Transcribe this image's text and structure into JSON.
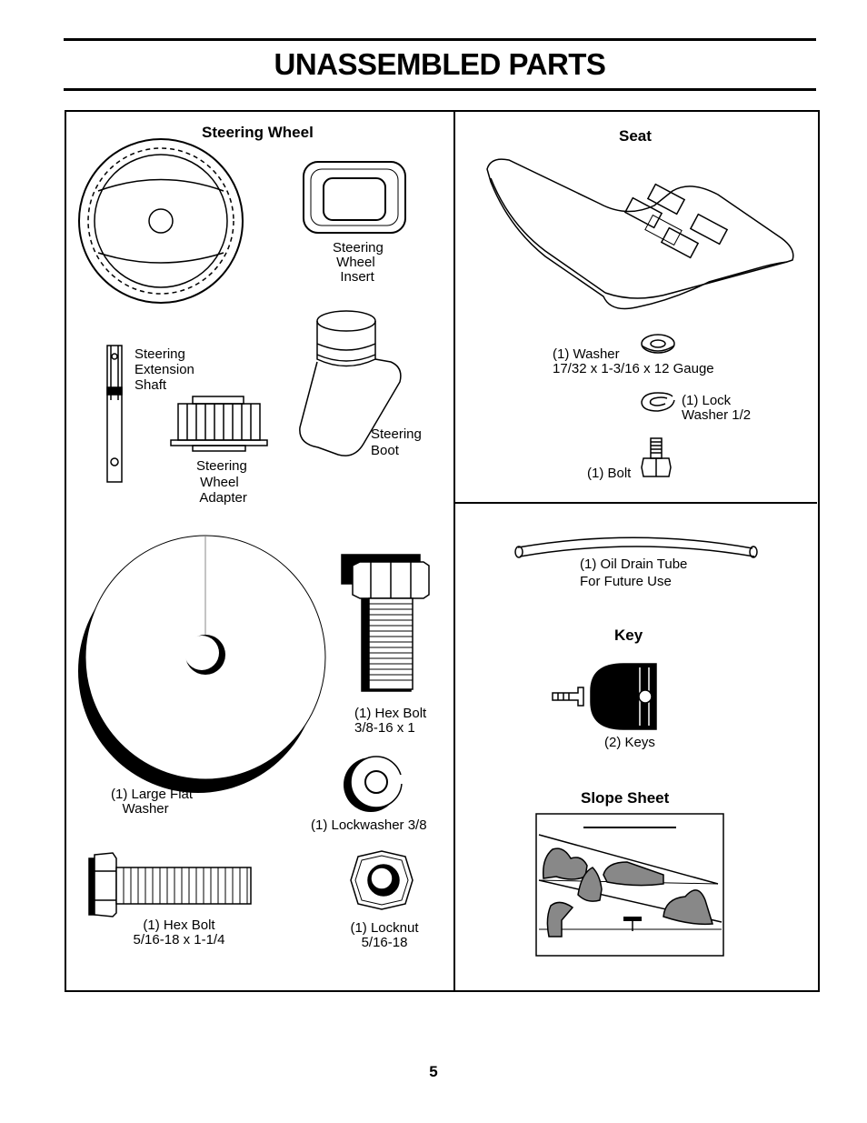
{
  "page": {
    "title": "UNASSEMBLED PARTS",
    "page_number": "5"
  },
  "left_panel": {
    "heading": "Steering Wheel",
    "items": {
      "steering_wheel_insert": "Steering\n Wheel\n  Insert",
      "steering_extension_shaft": "Steering\nExtension\nShaft",
      "steering_wheel_adapter": "Steering\n Wheel\n Adapter",
      "steering_boot": "Steering\nBoot",
      "large_flat_washer": "(1) Large Flat\n   Washer",
      "hex_bolt_3_8": "(1) Hex Bolt\n3/8-16 x 1",
      "lockwasher_3_8": "(1) Lockwasher 3/8",
      "hex_bolt_5_16": "(1) Hex Bolt\n5/16-18 x 1-1/4",
      "locknut": "(1) Locknut\n5/16-18"
    }
  },
  "seat_panel": {
    "heading": "Seat",
    "items": {
      "washer": "(1) Washer\n17/32 x 1-3/16 x 12 Gauge",
      "lock_washer": "(1) Lock\nWasher 1/2",
      "bolt": "(1) Bolt"
    }
  },
  "misc_panel": {
    "oil_drain_tube": "(1) Oil Drain Tube\nFor Future Use",
    "key_heading": "Key",
    "keys": "(2) Keys",
    "slope_heading": "Slope Sheet"
  }
}
